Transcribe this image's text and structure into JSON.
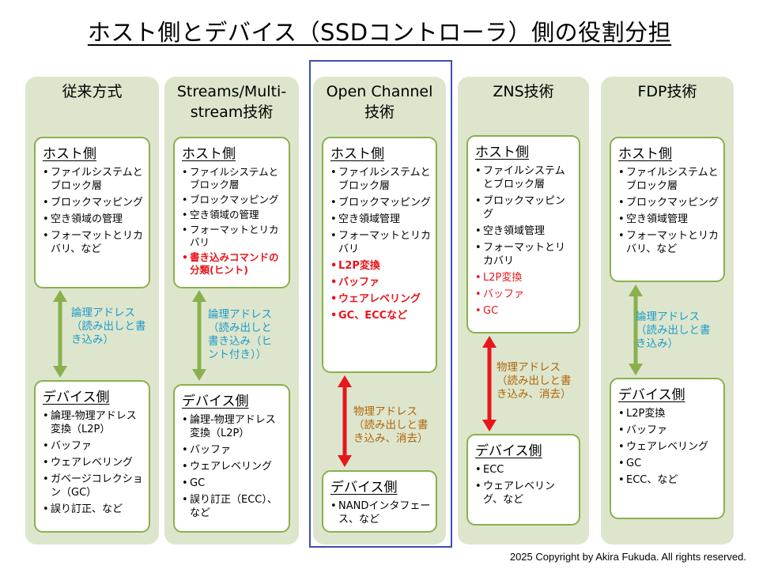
{
  "title": "ホスト側とデバイス（SSDコントローラ）側の役割分担",
  "columns": [
    {
      "title": [
        "従来方式"
      ],
      "host": {
        "heading": "ホスト側",
        "items": [
          {
            "text": "ファイルシステムとブロック層",
            "style": "normal"
          },
          {
            "text": "ブロックマッピング",
            "style": "normal"
          },
          {
            "text": "空き領域の管理",
            "style": "normal"
          },
          {
            "text": "フォーマットとリカバリ、など",
            "style": "normal"
          }
        ]
      },
      "link": {
        "kind": "logical",
        "label": [
          "論理アドレス",
          "（読み出しと書",
          "き込み）"
        ]
      },
      "device": {
        "heading": "デバイス側",
        "items": [
          {
            "text": "論理-物理アドレス変換（L2P）",
            "style": "normal"
          },
          {
            "text": "バッファ",
            "style": "normal"
          },
          {
            "text": "ウェアレベリング",
            "style": "normal"
          },
          {
            "text": "ガベージコレクション（GC）",
            "style": "normal"
          },
          {
            "text": "誤り訂正、など",
            "style": "normal"
          }
        ]
      }
    },
    {
      "title": [
        "Streams/Multi-",
        "stream技術"
      ],
      "host": {
        "heading": "ホスト側",
        "items": [
          {
            "text": "ファイルシステムとブロック層",
            "style": "normal"
          },
          {
            "text": "ブロックマッピング",
            "style": "normal"
          },
          {
            "text": "空き領域の管理",
            "style": "normal"
          },
          {
            "text": "フォーマットとリカバリ",
            "style": "normal"
          },
          {
            "text": "書き込みコマンドの分類(ヒント)",
            "style": "red"
          }
        ]
      },
      "link": {
        "kind": "logical",
        "label": [
          "論理アドレス",
          "（読み出しと",
          "書き込み（ヒ",
          "ント付き））"
        ]
      },
      "device": {
        "heading": "デバイス側",
        "items": [
          {
            "text": "論理-物理アドレス変換（L2P）",
            "style": "normal"
          },
          {
            "text": "バッファ",
            "style": "normal"
          },
          {
            "text": "ウェアレベリング",
            "style": "normal"
          },
          {
            "text": "GC",
            "style": "normal"
          },
          {
            "text": "誤り訂正（ECC）、など",
            "style": "normal"
          }
        ]
      }
    },
    {
      "title": [
        "Open Channel",
        "技術"
      ],
      "host": {
        "heading": "ホスト側",
        "items": [
          {
            "text": "ファイルシステムとブロック層",
            "style": "normal"
          },
          {
            "text": "ブロックマッピング",
            "style": "normal"
          },
          {
            "text": "空き領域管理",
            "style": "normal"
          },
          {
            "text": "フォーマットとリカバリ",
            "style": "normal"
          },
          {
            "text": "L2P変換",
            "style": "red"
          },
          {
            "text": "バッファ",
            "style": "red"
          },
          {
            "text": "ウェアレベリング",
            "style": "red"
          },
          {
            "text": "GC、ECCなど",
            "style": "red"
          }
        ]
      },
      "link": {
        "kind": "physical",
        "label": [
          "物理アドレス",
          "（読み出しと書",
          "き込み、消去）"
        ]
      },
      "device": {
        "heading": "デバイス側",
        "items": [
          {
            "text": "NANDインタフェース、など",
            "style": "normal"
          }
        ]
      }
    },
    {
      "title": [
        "ZNS技術"
      ],
      "host": {
        "heading": "ホスト側",
        "items": [
          {
            "text": "ファイルシステムとブロック層",
            "style": "normal"
          },
          {
            "text": "ブロックマッピング",
            "style": "normal"
          },
          {
            "text": "空き領域管理",
            "style": "normal"
          },
          {
            "text": "フォーマットとリカバリ",
            "style": "normal"
          },
          {
            "text": "L2P変換",
            "style": "red-plain"
          },
          {
            "text": "バッファ",
            "style": "red-plain"
          },
          {
            "text": "GC",
            "style": "red-plain"
          }
        ]
      },
      "link": {
        "kind": "physical",
        "label": [
          "物理アドレス",
          "（読み出しと書",
          "き込み、消去）"
        ]
      },
      "device": {
        "heading": "デバイス側",
        "items": [
          {
            "text": "ECC",
            "style": "normal"
          },
          {
            "text": "ウェアレベリング、など",
            "style": "normal"
          }
        ]
      }
    },
    {
      "title": [
        "FDP技術"
      ],
      "host": {
        "heading": "ホスト側",
        "items": [
          {
            "text": "ファイルシステムとブロック層",
            "style": "normal"
          },
          {
            "text": "ブロックマッピング",
            "style": "normal"
          },
          {
            "text": "空き領域管理",
            "style": "normal"
          },
          {
            "text": "フォーマットとリカバリ、など",
            "style": "normal"
          }
        ]
      },
      "link": {
        "kind": "logical",
        "label": [
          "論理アドレス",
          "（読み出しと書",
          "き込み）"
        ]
      },
      "device": {
        "heading": "デバイス側",
        "items": [
          {
            "text": "L2P変換",
            "style": "normal"
          },
          {
            "text": "バッファ",
            "style": "normal"
          },
          {
            "text": "ウェアレベリング",
            "style": "normal"
          },
          {
            "text": "GC",
            "style": "normal"
          },
          {
            "text": "ECC、など",
            "style": "normal"
          }
        ]
      }
    }
  ],
  "colors": {
    "column_bg": "#dde6cd",
    "box_border": "#8ab04e",
    "logical_arrow": "#8ab04e",
    "physical_arrow": "#e8161c",
    "logical_text": "#1d9bc9",
    "physical_text": "#b06408",
    "highlight": "#3d4db2",
    "emphasis": "#e8161c"
  },
  "copyright": "2025 Copyright by Akira Fukuda. All rights reserved."
}
